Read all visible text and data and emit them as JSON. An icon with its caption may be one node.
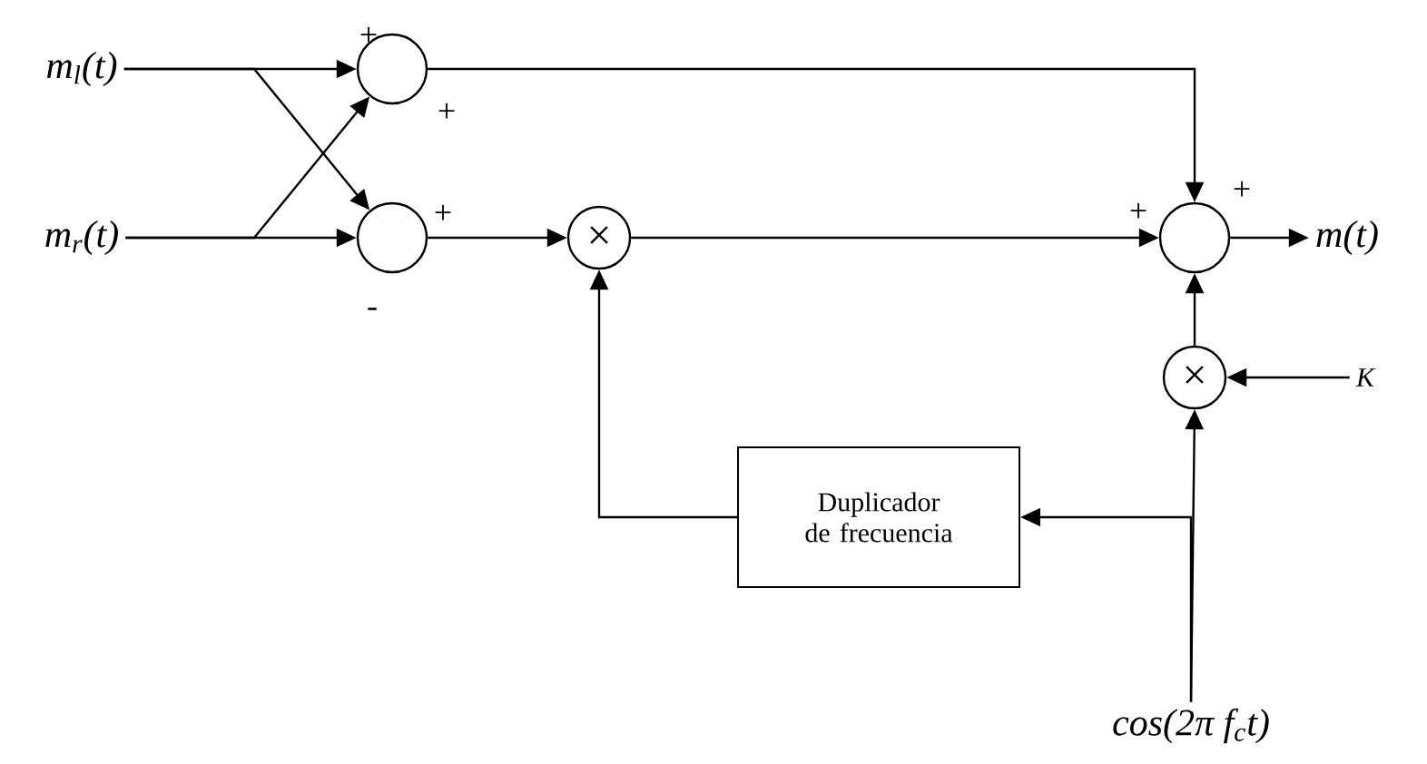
{
  "diagram": {
    "nodes": [
      {
        "text": [
          "m$_{l}$(t)"
        ]
      },
      {
        "text": [
          "m$_{r}$(t)"
        ]
      },
      {
        "text": [],
        "shape": "circle"
      },
      {
        "text": [],
        "shape": "circle"
      },
      {
        "text": [
          "×"
        ]
      },
      {
        "text": [],
        "shape": "circle"
      },
      {
        "text": [
          "m(t)"
        ]
      },
      {
        "text": [
          "×"
        ]
      },
      {
        "text": [
          "K"
        ]
      },
      {
        "text": [
          "Duplicador de frecuencia"
        ]
      },
      {
        "text": [
          "cos(2π f$_{c}$t)"
        ]
      }
    ],
    "edges": [
      {
        "from": 0,
        "to": 2,
        "arrow": "to"
      },
      {
        "from": 0,
        "to": 3,
        "arrow": "to"
      },
      {
        "from": 1,
        "to": 3,
        "arrow": "to"
      },
      {
        "from": 1,
        "to": 2,
        "arrow": "to"
      },
      {
        "from": 3,
        "to": 4,
        "arrow": "to"
      },
      {
        "from": 2,
        "to": 5,
        "arrow": "to"
      },
      {
        "from": 4,
        "to": 5,
        "arrow": "to"
      },
      {
        "from": 7,
        "to": 5,
        "arrow": "to"
      },
      {
        "from": 5,
        "to": 6,
        "arrow": "to"
      },
      {
        "from": 8,
        "to": 7,
        "arrow": "to"
      },
      {
        "from": 10,
        "to": 7,
        "arrow": "to"
      },
      {
        "from": 10,
        "to": 9,
        "arrow": "to"
      },
      {
        "from": 9,
        "to": 4,
        "arrow": "to"
      }
    ],
    "labels": [
      "+",
      "+",
      "+",
      "-",
      "+",
      "+"
    ]
  }
}
